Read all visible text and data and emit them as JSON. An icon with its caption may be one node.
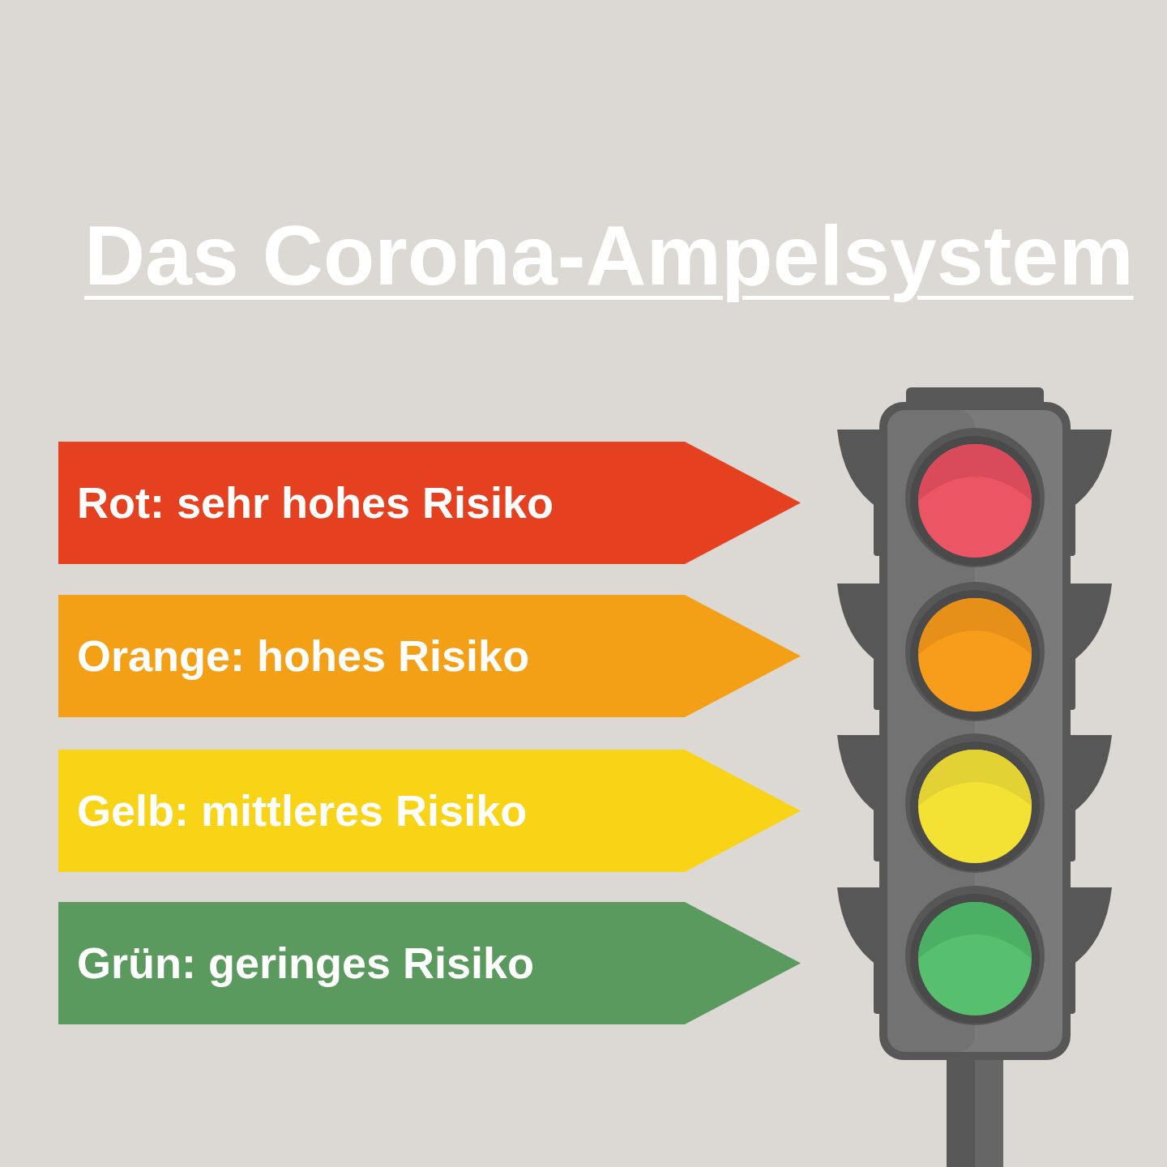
{
  "diagram": {
    "title": "Das Corona-Ampelsystem",
    "nodes": [
      {
        "text": [
          "Rot: sehr hohes Risiko"
        ]
      },
      {
        "text": [
          "Orange: hohes Risiko"
        ]
      },
      {
        "text": [
          "Gelb: mittleres Risiko"
        ]
      },
      {
        "text": [
          "Grün: geringes Risiko"
        ]
      }
    ]
  }
}
